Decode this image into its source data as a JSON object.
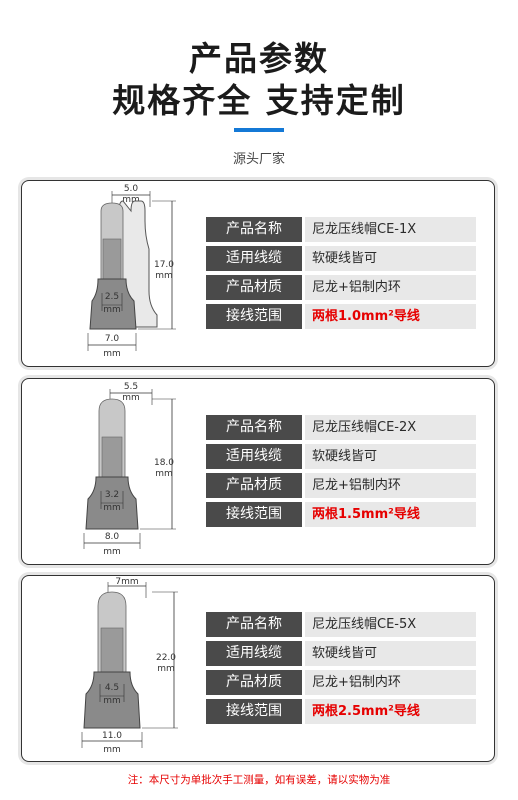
{
  "header": {
    "title_line1": "产品参数",
    "title_line2": "规格齐全 支持定制",
    "subtitle": "源头厂家"
  },
  "products": [
    {
      "dims": {
        "top": "5.0",
        "height": "17.0",
        "inner": "2.5",
        "bottom": "7.0",
        "unit": "mm"
      },
      "specs": [
        {
          "label": "产品名称",
          "value": "尼龙压线帽CE-1X"
        },
        {
          "label": "适用线缆",
          "value": "软硬线皆可"
        },
        {
          "label": "产品材质",
          "value": "尼龙+铝制内环"
        },
        {
          "label": "接线范围",
          "value": "两根1.0mm²导线"
        }
      ]
    },
    {
      "dims": {
        "top": "5.5",
        "height": "18.0",
        "inner": "3.2",
        "bottom": "8.0",
        "unit": "mm"
      },
      "specs": [
        {
          "label": "产品名称",
          "value": "尼龙压线帽CE-2X"
        },
        {
          "label": "适用线缆",
          "value": "软硬线皆可"
        },
        {
          "label": "产品材质",
          "value": "尼龙+铝制内环"
        },
        {
          "label": "接线范围",
          "value": "两根1.5mm²导线"
        }
      ]
    },
    {
      "dims": {
        "top": "7mm",
        "height": "22.0",
        "inner": "4.5",
        "bottom": "11.0",
        "unit": "mm"
      },
      "specs": [
        {
          "label": "产品名称",
          "value": "尼龙压线帽CE-5X"
        },
        {
          "label": "适用线缆",
          "value": "软硬线皆可"
        },
        {
          "label": "产品材质",
          "value": "尼龙+铝制内环"
        },
        {
          "label": "接线范围",
          "value": "两根2.5mm²导线"
        }
      ]
    }
  ],
  "footer": {
    "note": "注：本尺寸为单批次手工测量，如有误差，请以实物为准"
  },
  "colors": {
    "accent": "#1479d6",
    "label_bg": "#4a4a4a",
    "value_bg": "#e8e8e8",
    "highlight": "#e60000"
  }
}
